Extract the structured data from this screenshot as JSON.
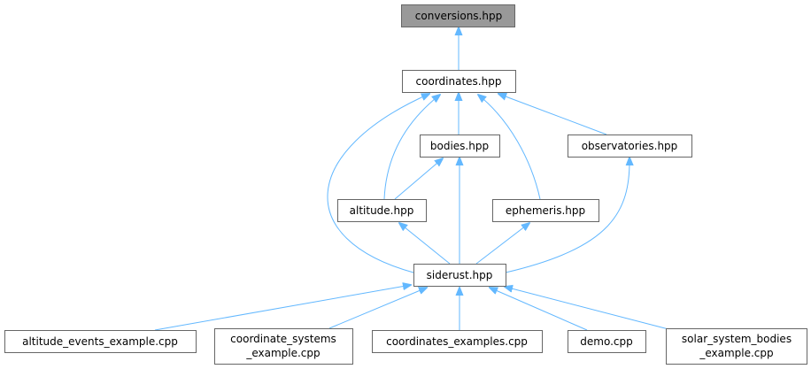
{
  "graph": {
    "nodes": {
      "conversions": "conversions.hpp",
      "coordinates": "coordinates.hpp",
      "bodies": "bodies.hpp",
      "observatories": "observatories.hpp",
      "altitude": "altitude.hpp",
      "ephemeris": "ephemeris.hpp",
      "siderust": "siderust.hpp",
      "altitude_events": "altitude_events_example.cpp",
      "coordinate_systems_1": "coordinate_systems",
      "coordinate_systems_2": "_example.cpp",
      "coordinates_examples": "coordinates_examples.cpp",
      "demo": "demo.cpp",
      "solar_system_1": "solar_system_bodies",
      "solar_system_2": "_example.cpp"
    },
    "colors": {
      "edge": "#63b8ff",
      "root_fill": "#999999",
      "border": "#666666"
    }
  }
}
